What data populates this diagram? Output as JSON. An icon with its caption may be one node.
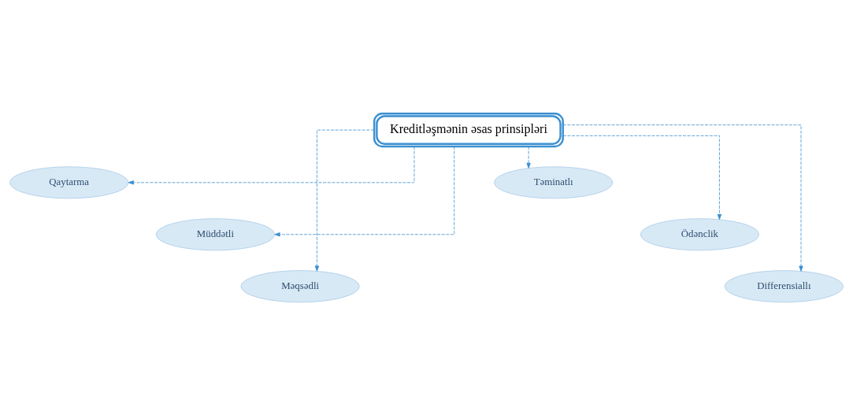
{
  "diagram": {
    "nodes": [
      {
        "text": [
          "Kreditləşmənin əsas prinsipləri"
        ]
      },
      {
        "text": [
          "Qaytarma"
        ]
      },
      {
        "text": [
          "Müddətli"
        ]
      },
      {
        "text": [
          "Məqsədli"
        ]
      },
      {
        "text": [
          "Təminatlı"
        ]
      },
      {
        "text": [
          "Ödənclik"
        ]
      },
      {
        "text": [
          "Differensiallı"
        ]
      }
    ],
    "edges": [
      {
        "from": 0,
        "to": 1,
        "arrow": "to",
        "style": "dashed"
      },
      {
        "from": 0,
        "to": 2,
        "arrow": "to",
        "style": "dashed"
      },
      {
        "from": 0,
        "to": 3,
        "arrow": "to",
        "style": "dashed"
      },
      {
        "from": 0,
        "to": 4,
        "arrow": "to",
        "style": "dashed"
      },
      {
        "from": 0,
        "to": 5,
        "arrow": "to",
        "style": "dashed"
      },
      {
        "from": 0,
        "to": 6,
        "arrow": "to",
        "style": "dashed"
      }
    ]
  }
}
